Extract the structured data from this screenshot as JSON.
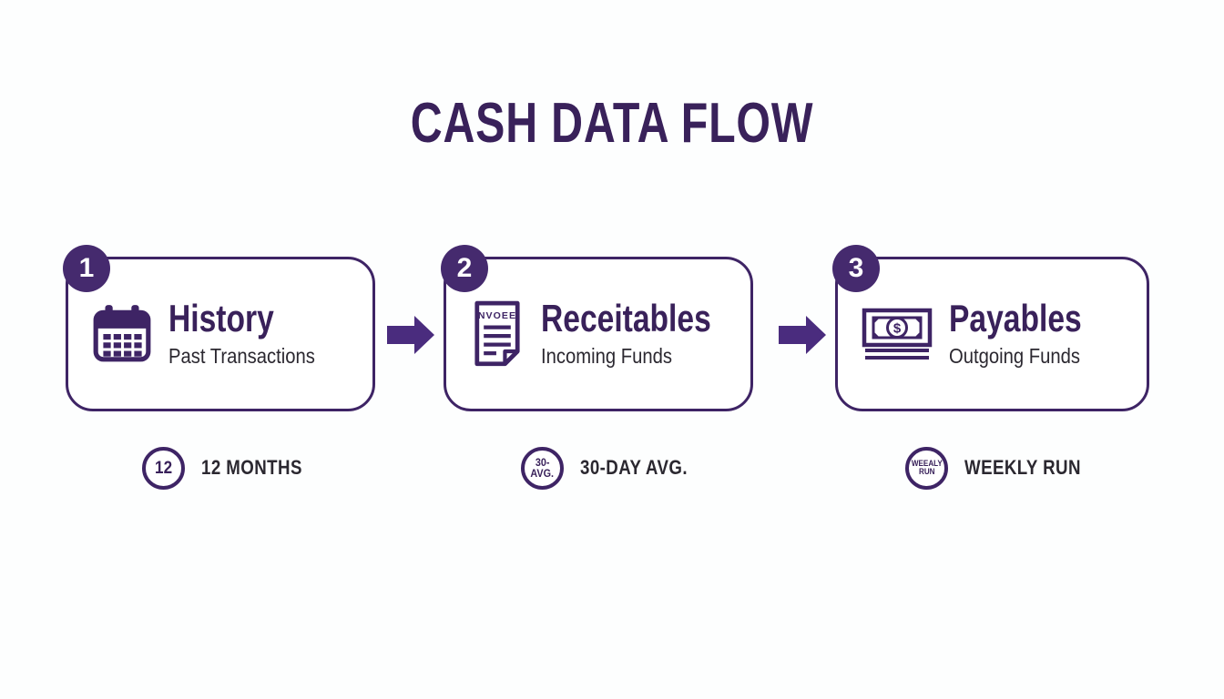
{
  "title": "CASH DATA FLOW",
  "steps": [
    {
      "number": "1",
      "title": "History",
      "subtitle": "Past Transactions",
      "icon": "calendar-icon",
      "metric": {
        "circle_line1": "12",
        "circle_line2": "",
        "label": "12 MONTHS"
      }
    },
    {
      "number": "2",
      "title": "Receitables",
      "subtitle": "Incoming Funds",
      "icon": "invoice-icon",
      "icon_text": "NVOEE",
      "metric": {
        "circle_line1": "30-",
        "circle_line2": "AVG.",
        "label": "30-DAY AVG."
      }
    },
    {
      "number": "3",
      "title": "Payables",
      "subtitle": "Outgoing Funds",
      "icon": "banknote-icon",
      "metric": {
        "circle_line1": "WEEALY",
        "circle_line2": "RUN",
        "label": "WEEKLY RUN"
      }
    }
  ],
  "colors": {
    "accent_purple": "#3e2465",
    "title_purple": "#39215a",
    "arrow_purple": "#4a2c7e",
    "text_dark": "#2b2830",
    "background": "#ffffff"
  }
}
